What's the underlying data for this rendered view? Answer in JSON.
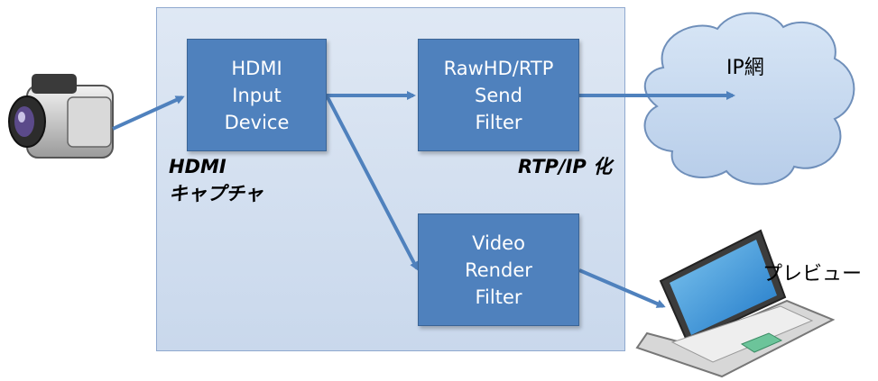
{
  "diagram": {
    "hdmi_box": {
      "lines": [
        "HDMI",
        "Input",
        "Device"
      ]
    },
    "send_box": {
      "lines": [
        "RawHD/RTP",
        "Send",
        "Filter"
      ]
    },
    "video_box": {
      "lines": [
        "Video",
        "Render",
        "Filter"
      ]
    },
    "capture_label": {
      "line1": "HDMI",
      "line2": "キャプチャ"
    },
    "rtp_label": "RTP/IP 化",
    "network_label": "IP網",
    "preview_label": "プレビュー"
  },
  "colors": {
    "panel": "#d3dfee",
    "box": "#4f81bd",
    "arrow": "#4f81bd",
    "cloud": "#c6d9f1"
  },
  "icons": [
    "camcorder-icon",
    "cloud-icon",
    "laptop-icon"
  ]
}
